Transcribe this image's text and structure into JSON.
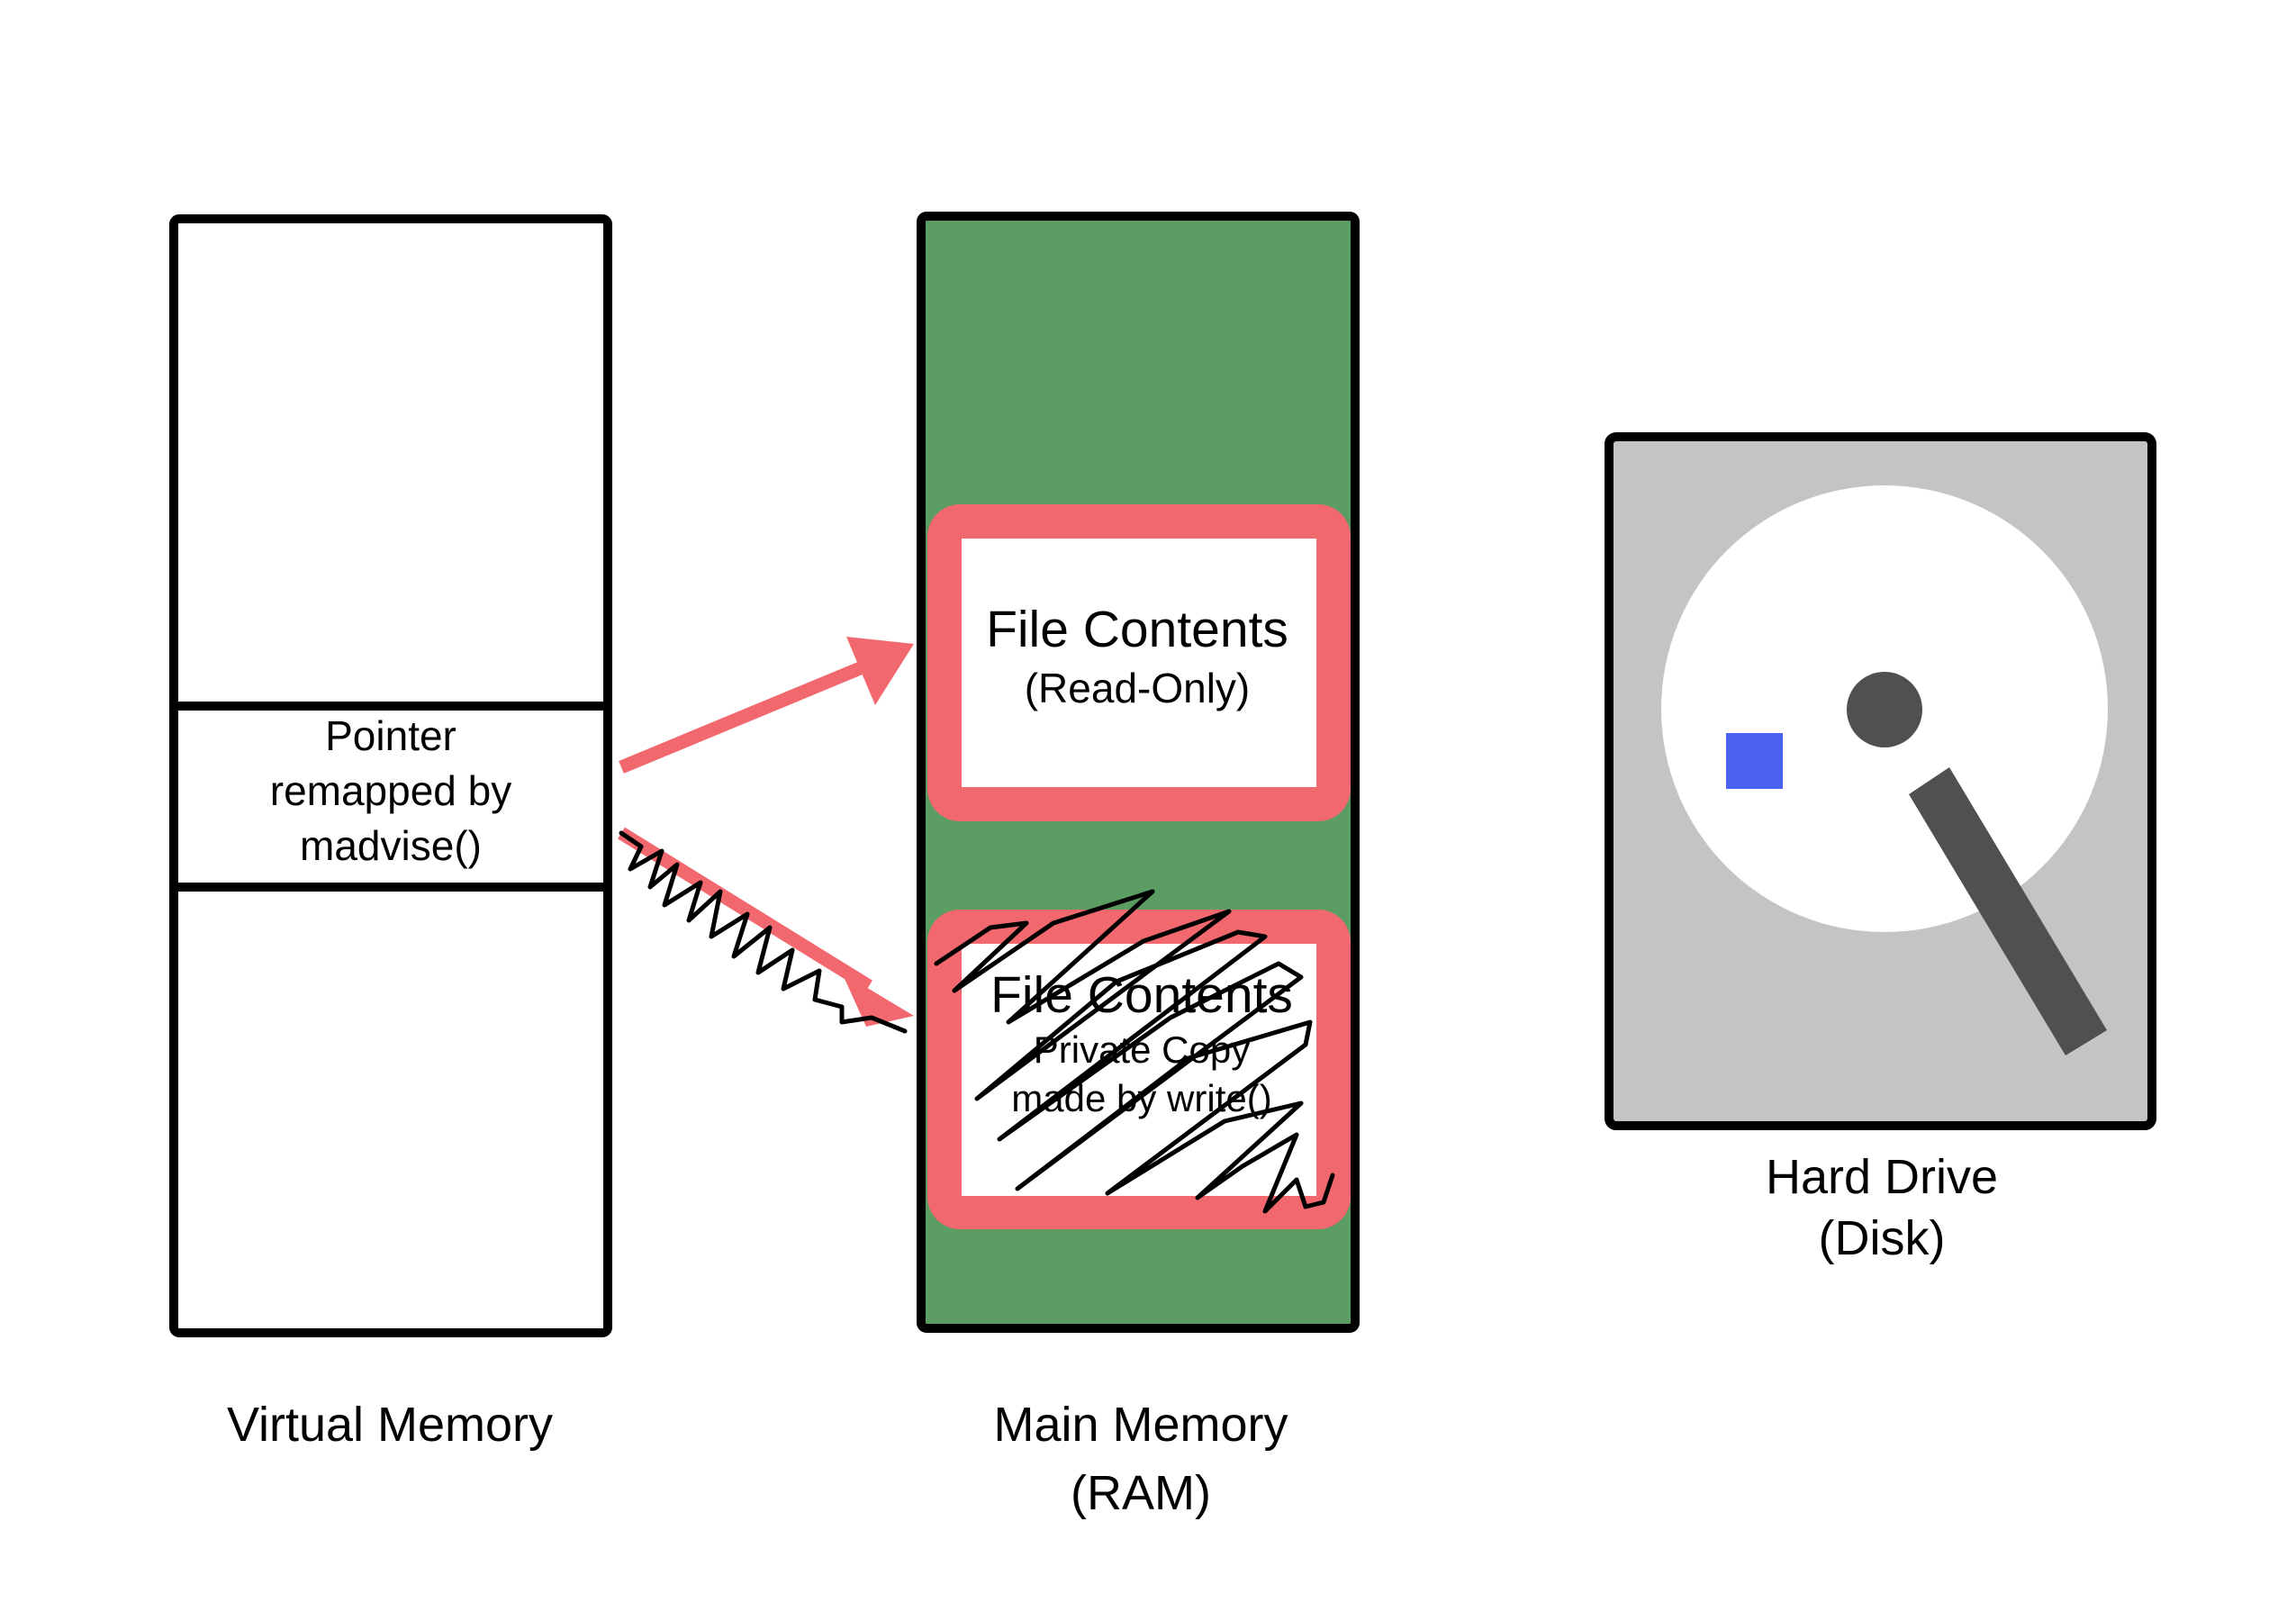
{
  "colors": {
    "background": "#ffffff",
    "outline": "#000000",
    "ram_green": "#5b9d62",
    "page_red": "#f2686f",
    "disk_gray": "#c4c4c4",
    "platter_white": "#ffffff",
    "spindle_gray": "#505050",
    "sector_blue": "#4a62ef"
  },
  "virtual_memory": {
    "label": "Virtual Memory",
    "pointer_lines": [
      "Pointer",
      "remapped by",
      "madvise()"
    ]
  },
  "main_memory": {
    "label_lines": [
      "Main Memory",
      "(RAM)"
    ],
    "page_read_only": {
      "title": "File Contents",
      "subtitle": "(Read-Only)"
    },
    "page_private_copy": {
      "title": "File Contents",
      "line2": "Private Copy",
      "line3": "made by write()",
      "state": "scribbled-out"
    }
  },
  "hard_drive": {
    "label_lines": [
      "Hard Drive",
      "(Disk)"
    ],
    "icons": [
      "platter-icon",
      "spindle-icon",
      "read-arm-icon",
      "sector-icon"
    ]
  },
  "arrows": [
    {
      "from": "virtual_memory.pointer",
      "to": "main_memory.page_read_only",
      "style": "solid"
    },
    {
      "from": "virtual_memory.pointer",
      "to": "main_memory.page_private_copy",
      "style": "scribbled-out"
    }
  ]
}
